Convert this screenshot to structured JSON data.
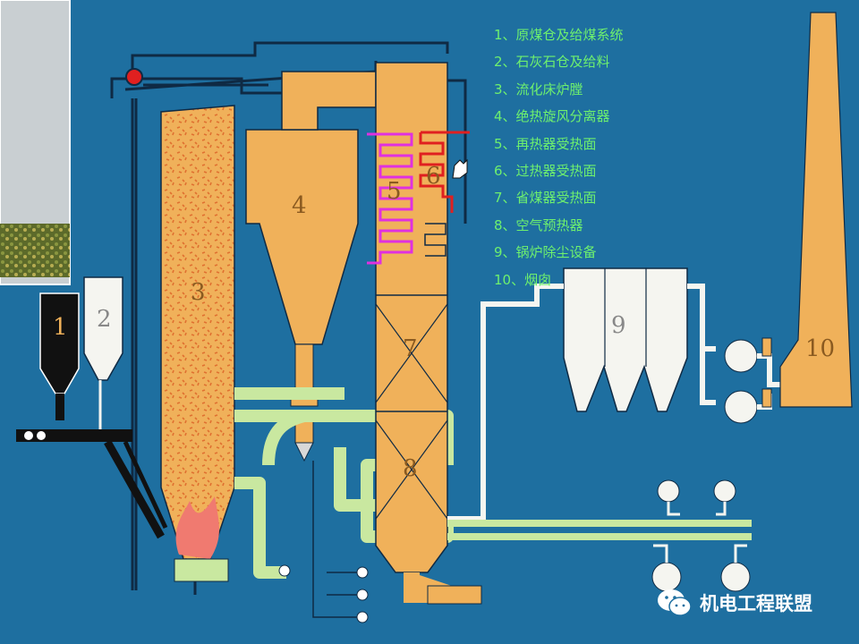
{
  "diagram": {
    "labels": {
      "n1": "1",
      "n2": "2",
      "n3": "3",
      "n4": "4",
      "n5": "5",
      "n6": "6",
      "n7": "7",
      "n8": "8",
      "n9": "9",
      "n10": "10"
    },
    "legend": [
      "1、原煤仓及给煤系统",
      "2、石灰石仓及给料",
      "3、流化床炉膛",
      "4、绝热旋风分离器",
      "5、再热器受热面",
      "6、过热器受热面",
      "7、省煤器受热面",
      "8、空气预热器",
      "9、锅炉除尘设备",
      "10、烟囱"
    ]
  },
  "watermark": {
    "text": "机电工程联盟",
    "icon": "wechat-icon"
  },
  "colors": {
    "background": "#1e6fa0",
    "furnace": "#f0b15a",
    "equipment": "#f5f5f0",
    "pipe_green": "#c9e8a0",
    "reheater": "#e030e0",
    "superheater": "#e02020",
    "legend_text": "#6ef06e"
  }
}
